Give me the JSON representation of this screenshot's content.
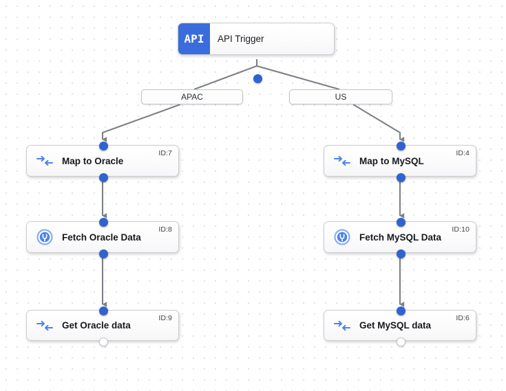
{
  "canvas": {
    "background_color": "#ffffff",
    "grid_dot_color": "#e3e3e6",
    "accent_color": "#3b6cdb",
    "port_color": "#2f63cf",
    "edge_color": "#7c8085"
  },
  "trigger": {
    "badge_label": "API",
    "title": "API Trigger",
    "icon": "api-badge-icon"
  },
  "branches": [
    {
      "label": "APAC",
      "name": "branch-condition-apac"
    },
    {
      "label": "US",
      "name": "branch-condition-us"
    }
  ],
  "nodes": [
    {
      "id_label": "ID:7",
      "title": "Map to Oracle",
      "icon": "map-arrows-icon",
      "column": "left",
      "row": 1
    },
    {
      "id_label": "ID:8",
      "title": "Fetch Oracle Data",
      "icon": "database-connector-icon",
      "column": "left",
      "row": 2
    },
    {
      "id_label": "ID:9",
      "title": "Get Oracle data",
      "icon": "map-arrows-icon",
      "column": "left",
      "row": 3
    },
    {
      "id_label": "ID:4",
      "title": "Map to MySQL",
      "icon": "map-arrows-icon",
      "column": "right",
      "row": 1
    },
    {
      "id_label": "ID:10",
      "title": "Fetch MySQL Data",
      "icon": "database-connector-icon",
      "column": "right",
      "row": 2
    },
    {
      "id_label": "ID:6",
      "title": "Get MySQL data",
      "icon": "map-arrows-icon",
      "column": "right",
      "row": 3
    }
  ]
}
